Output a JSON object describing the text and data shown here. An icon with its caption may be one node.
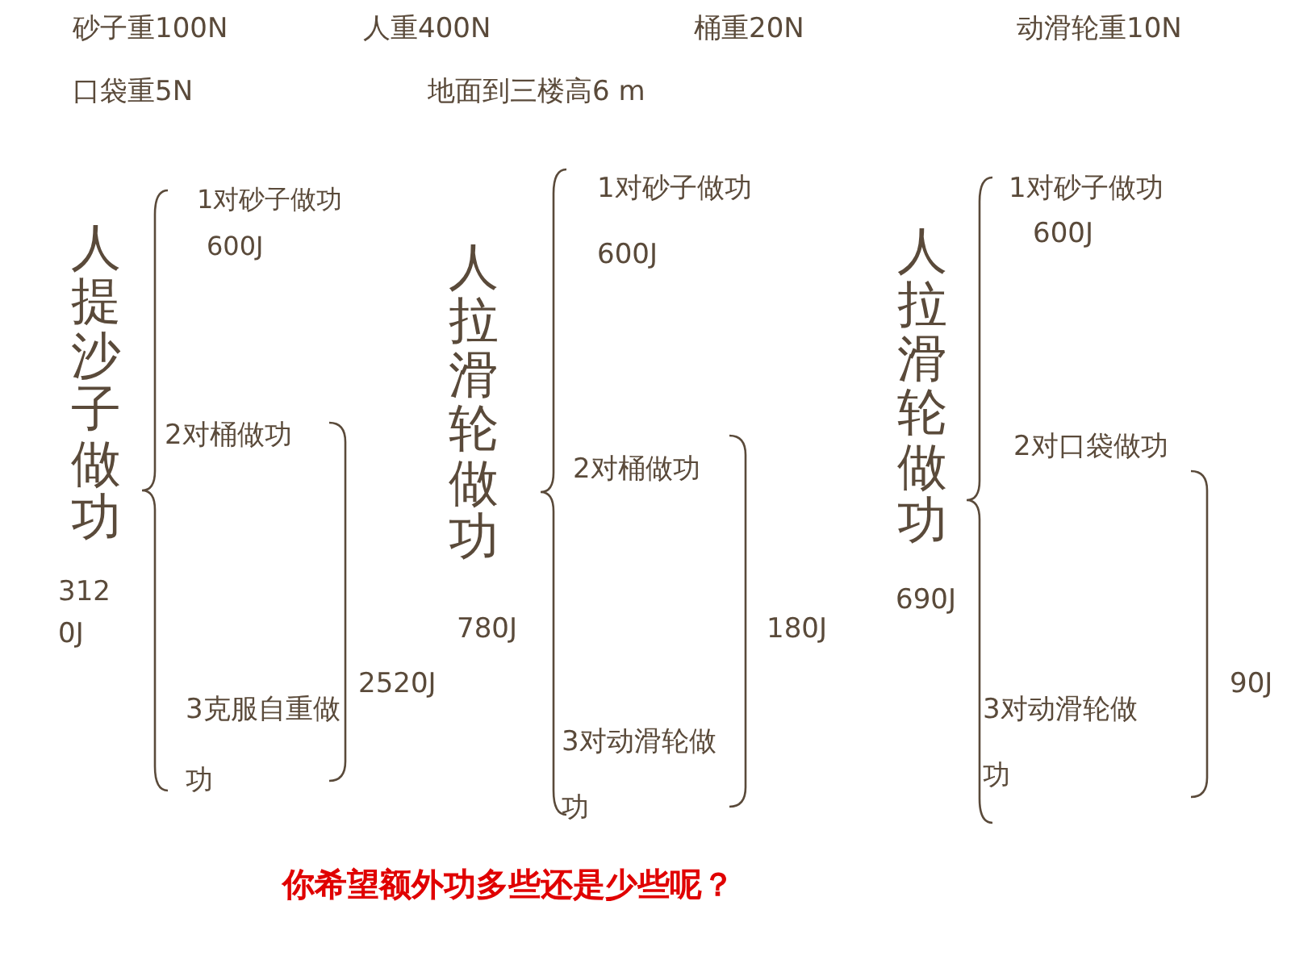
{
  "diagram": {
    "labels": [
      "砂子重100N",
      "人重400N",
      "桶重20N",
      "动滑轮重10N",
      "口袋重5N",
      "地面到三楼高6 m",
      "人提沙子做功",
      "3120J",
      "1对砂子做功",
      "600J",
      "2对桶做功",
      "3克服自重做功",
      "2520J",
      "人拉滑轮做功",
      "780J",
      "1对砂子做功",
      "600J",
      "2对桶做功",
      "180J",
      "3对动滑轮做功",
      "人拉滑轮做功",
      "690J",
      "1对砂子做功",
      "600J",
      "2对口袋做功",
      "3对动滑轮做功",
      "90J",
      "你希望额外功多些还是少些呢？"
    ]
  }
}
